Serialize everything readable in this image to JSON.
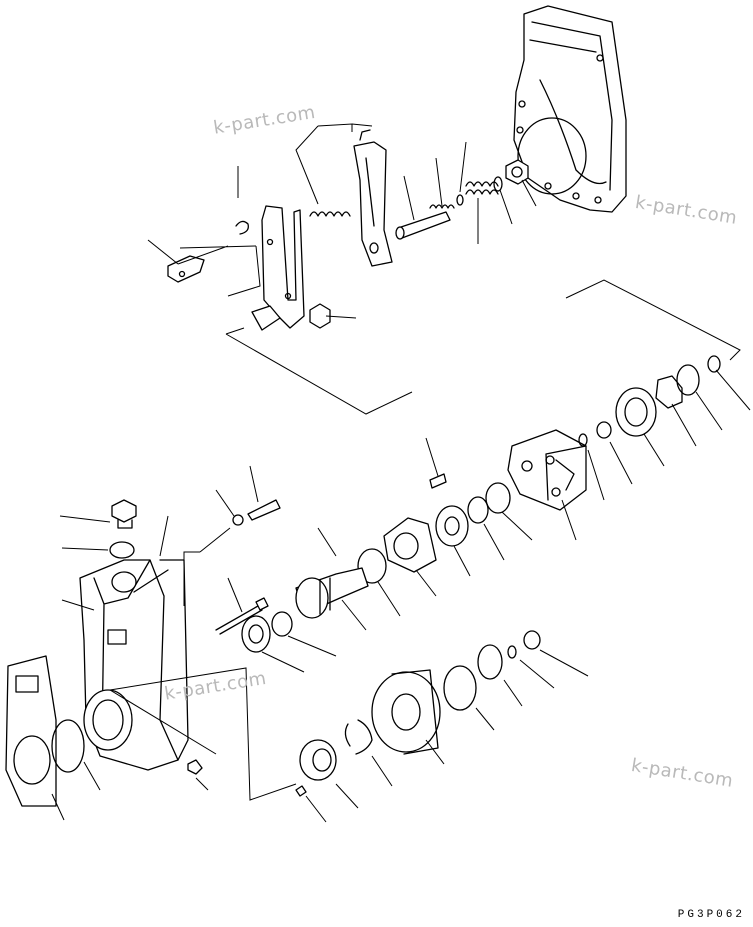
{
  "watermarks": [
    "k-part.com",
    "k-part.com",
    "k-part.com",
    "k-part.com"
  ],
  "drawing_code": "PG3P062"
}
